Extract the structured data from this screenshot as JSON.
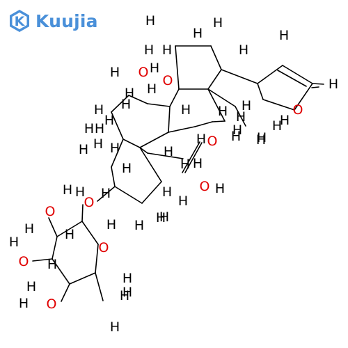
{
  "brand": {
    "name": "Kuujia",
    "mark_letter": "K",
    "logo_icon": "hexagon-k-logo-icon",
    "color": "#4a90d9"
  },
  "molecule": {
    "bond_color": "#000000",
    "hydrogen_color": "#000000",
    "oxygen_color": "#e00000",
    "atoms": [
      {
        "el": "H",
        "color": "#000000"
      },
      {
        "el": "H",
        "color": "#000000"
      },
      {
        "el": "H",
        "color": "#000000"
      },
      {
        "el": "H",
        "color": "#000000"
      },
      {
        "el": "H",
        "color": "#000000"
      },
      {
        "el": "H",
        "color": "#000000"
      },
      {
        "el": "H",
        "color": "#000000"
      },
      {
        "el": "O",
        "color": "#e00000"
      },
      {
        "el": "H",
        "color": "#000000"
      },
      {
        "el": "O",
        "color": "#e00000"
      },
      {
        "el": "H",
        "color": "#000000"
      },
      {
        "el": "H",
        "color": "#000000"
      },
      {
        "el": "H",
        "color": "#000000"
      },
      {
        "el": "H",
        "color": "#000000"
      },
      {
        "el": "H",
        "color": "#000000"
      },
      {
        "el": "H",
        "color": "#000000"
      },
      {
        "el": "O",
        "color": "#e00000"
      },
      {
        "el": "H",
        "color": "#000000"
      },
      {
        "el": "H",
        "color": "#000000"
      },
      {
        "el": "H",
        "color": "#000000"
      },
      {
        "el": "H",
        "color": "#000000"
      },
      {
        "el": "H",
        "color": "#000000"
      },
      {
        "el": "H",
        "color": "#000000"
      },
      {
        "el": "H",
        "color": "#000000"
      },
      {
        "el": "O",
        "color": "#e00000"
      },
      {
        "el": "H",
        "color": "#000000"
      },
      {
        "el": "H",
        "color": "#000000"
      },
      {
        "el": "H",
        "color": "#000000"
      },
      {
        "el": "H",
        "color": "#000000"
      },
      {
        "el": "O",
        "color": "#e00000"
      },
      {
        "el": "H",
        "color": "#000000"
      },
      {
        "el": "H",
        "color": "#000000"
      },
      {
        "el": "H",
        "color": "#000000"
      },
      {
        "el": "O",
        "color": "#e00000"
      },
      {
        "el": "H",
        "color": "#000000"
      },
      {
        "el": "H",
        "color": "#000000"
      },
      {
        "el": "H",
        "color": "#000000"
      },
      {
        "el": "H",
        "color": "#000000"
      },
      {
        "el": "H",
        "color": "#000000"
      },
      {
        "el": "H",
        "color": "#000000"
      },
      {
        "el": "O",
        "color": "#e00000"
      },
      {
        "el": "O",
        "color": "#e00000"
      },
      {
        "el": "H",
        "color": "#000000"
      },
      {
        "el": "H",
        "color": "#000000"
      },
      {
        "el": "O",
        "color": "#e00000"
      },
      {
        "el": "H",
        "color": "#000000"
      },
      {
        "el": "H",
        "color": "#000000"
      },
      {
        "el": "H",
        "color": "#000000"
      },
      {
        "el": "H",
        "color": "#000000"
      },
      {
        "el": "O",
        "color": "#e00000"
      },
      {
        "el": "H",
        "color": "#000000"
      },
      {
        "el": "H",
        "color": "#000000"
      },
      {
        "el": "H",
        "color": "#000000"
      },
      {
        "el": "H",
        "color": "#000000"
      },
      {
        "el": "H",
        "color": "#000000"
      },
      {
        "el": "H",
        "color": "#000000"
      },
      {
        "el": "H",
        "color": "#000000"
      },
      {
        "el": "H",
        "color": "#000000"
      },
      {
        "el": "H",
        "color": "#000000"
      },
      {
        "el": "H",
        "color": "#000000"
      },
      {
        "el": "H",
        "color": "#000000"
      },
      {
        "el": "H",
        "color": "#000000"
      },
      {
        "el": "H",
        "color": "#000000"
      },
      {
        "el": "H",
        "color": "#000000"
      },
      {
        "el": "H",
        "color": "#000000"
      }
    ]
  }
}
